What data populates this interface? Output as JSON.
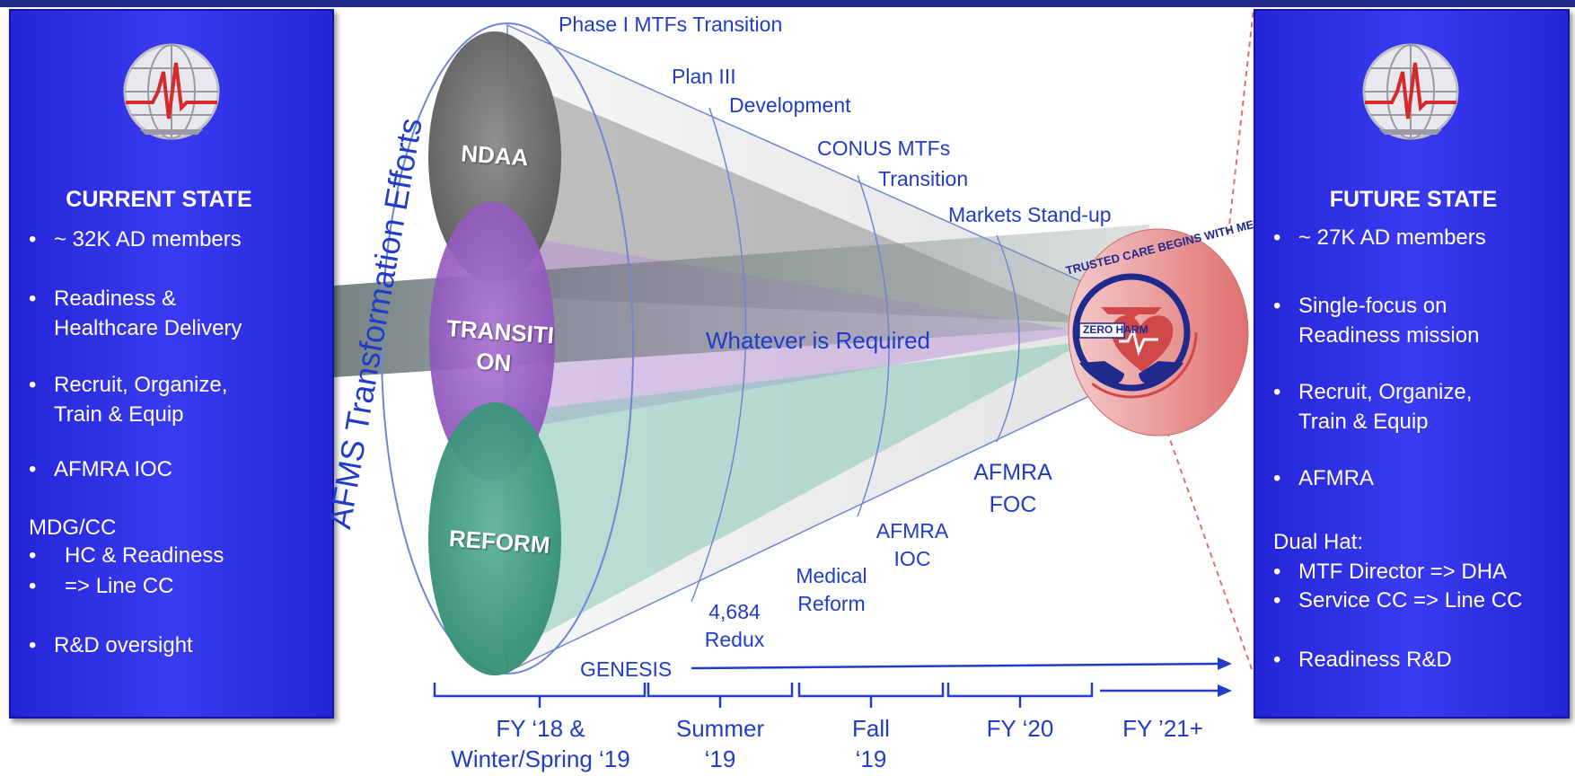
{
  "left_panel": {
    "title": "CURRENT STATE",
    "items": [
      {
        "bullet": "•",
        "text": "~ 32K AD members"
      },
      {
        "bullet": "•",
        "text": "Readiness &\nHealthcare Delivery"
      },
      {
        "bullet": "•",
        "text": "Recruit, Organize,\nTrain & Equip"
      },
      {
        "bullet": "•",
        "text": "AFMRA IOC"
      }
    ],
    "mdg_heading": "MDG/CC",
    "mdg_items": [
      {
        "bullet": "•",
        "text": "HC & Readiness"
      },
      {
        "bullet": "•",
        "text": "=> Line CC"
      }
    ],
    "last_item": {
      "bullet": "•",
      "text": "R&D oversight"
    }
  },
  "right_panel": {
    "title": "FUTURE STATE",
    "items": [
      {
        "bullet": "•",
        "text": "~ 27K AD members"
      },
      {
        "bullet": "•",
        "text": "Single-focus on\nReadiness mission"
      },
      {
        "bullet": "•",
        "text": "Recruit, Organize,\nTrain &  Equip"
      },
      {
        "bullet": "•",
        "text": "AFMRA"
      }
    ],
    "dual_heading": "Dual Hat:",
    "dual_items": [
      {
        "bullet": "•",
        "text": "MTF Director => DHA"
      },
      {
        "bullet": "•",
        "text": "Service CC => Line CC"
      }
    ],
    "last_item": {
      "bullet": "•",
      "text": "Readiness R&D"
    }
  },
  "diagram": {
    "vertical_title": "AFMS Transformation Efforts",
    "ellipses": {
      "top": "NDAA",
      "middle": "TRANSITI\nON",
      "bottom": "REFORM"
    },
    "center_note": "Whatever is Required",
    "upper_labels": [
      "Phase I MTFs Transition",
      "Plan III",
      "Development",
      "CONUS MTFs",
      "Transition",
      "Markets Stand-up"
    ],
    "lower_labels": {
      "genesis": "GENESIS",
      "redux": "4,684\nRedux",
      "medical_reform": "Medical\nReform",
      "afmra_ioc": "AFMRA\nIOC",
      "afmra_foc": "AFMRA\nFOC"
    },
    "badge": {
      "arc_text": "TRUSTED CARE BEGINS WITH ME",
      "label": "ZERO HARM"
    },
    "timeline": [
      "FY ‘18 &\nWinter/Spring ‘19",
      "Summer\n‘19",
      "Fall\n‘19",
      "FY ‘20",
      "FY ’21+"
    ]
  },
  "colors": {
    "panel": "#2a2ae4",
    "text_blue": "#1f3dc9",
    "ndaa": "#6a6a6a",
    "transition": "#9a62c8",
    "reform": "#3e9c86",
    "badge_red": "#d24848"
  }
}
